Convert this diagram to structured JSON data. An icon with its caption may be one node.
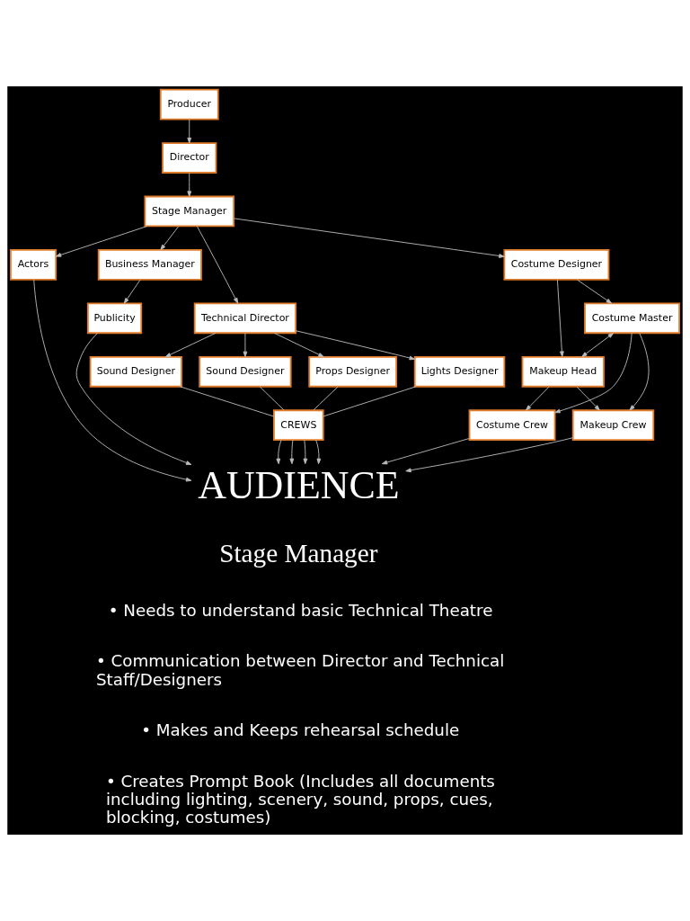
{
  "diagram": {
    "nodes": [
      {
        "text": [
          "Producer"
        ]
      },
      {
        "text": [
          "Director"
        ]
      },
      {
        "text": [
          "Stage Manager"
        ]
      },
      {
        "text": [
          "Actors"
        ]
      },
      {
        "text": [
          "Technical Director"
        ]
      },
      {
        "text": [
          "Costume Designer"
        ]
      },
      {
        "text": [
          "Business Manager"
        ]
      },
      {
        "text": [
          "Props Designer"
        ]
      },
      {
        "text": [
          "Lights Designer"
        ]
      },
      {
        "text": [
          "Sound Designer"
        ]
      },
      {
        "text": [
          "Sound Designer"
        ]
      },
      {
        "text": [
          "Costume Master"
        ]
      },
      {
        "text": [
          "Makeup Head"
        ]
      },
      {
        "text": [
          "Publicity"
        ]
      },
      {
        "text": [
          "CREWS"
        ]
      },
      {
        "text": [
          "Costume Crew"
        ]
      },
      {
        "text": [
          "Makeup Crew"
        ]
      },
      {
        "text": [
          "AUDIENCE"
        ]
      }
    ],
    "edges": [
      {
        "from": 0,
        "to": 1,
        "arrow": "to"
      },
      {
        "from": 1,
        "to": 2,
        "arrow": "to"
      },
      {
        "from": 2,
        "to": 3,
        "arrow": "to"
      },
      {
        "from": 2,
        "to": 4,
        "arrow": "to"
      },
      {
        "from": 2,
        "to": 5,
        "arrow": "to"
      },
      {
        "from": 2,
        "to": 6,
        "arrow": "to"
      },
      {
        "from": 4,
        "to": 7,
        "arrow": "to"
      },
      {
        "from": 4,
        "to": 8,
        "arrow": "to"
      },
      {
        "from": 4,
        "to": 9,
        "arrow": "to"
      },
      {
        "from": 4,
        "to": 10,
        "arrow": "to"
      },
      {
        "from": 5,
        "to": 11,
        "arrow": "to"
      },
      {
        "from": 5,
        "to": 12,
        "arrow": "to"
      },
      {
        "from": 11,
        "to": 12,
        "arrow": "both"
      },
      {
        "from": 6,
        "to": 13,
        "arrow": "to"
      },
      {
        "from": 7,
        "to": 14,
        "arrow": "none"
      },
      {
        "from": 8,
        "to": 14,
        "arrow": "none"
      },
      {
        "from": 9,
        "to": 14,
        "arrow": "none"
      },
      {
        "from": 10,
        "to": 14,
        "arrow": "none"
      },
      {
        "from": 11,
        "to": 15,
        "arrow": "to"
      },
      {
        "from": 11,
        "to": 16,
        "arrow": "to"
      },
      {
        "from": 12,
        "to": 15,
        "arrow": "to"
      },
      {
        "from": 12,
        "to": 16,
        "arrow": "to"
      },
      {
        "from": 14,
        "to": 17,
        "arrow": "to"
      },
      {
        "from": 14,
        "to": 17,
        "arrow": "to"
      },
      {
        "from": 14,
        "to": 17,
        "arrow": "to"
      },
      {
        "from": 14,
        "to": 17,
        "arrow": "to"
      },
      {
        "from": 15,
        "to": 17,
        "arrow": "to"
      },
      {
        "from": 16,
        "to": 17,
        "arrow": "to"
      },
      {
        "from": 13,
        "to": 17,
        "arrow": "to"
      },
      {
        "from": 3,
        "to": 17,
        "arrow": "to"
      }
    ],
    "labels": [
      "Stage Manager",
      "• Needs to understand basic Technical Theatre",
      "• Communication between Director and Technical Staff/Designers",
      "• Makes and Keeps rehearsal schedule",
      "• Creates Prompt Book (Includes all documents including lighting, scenery, sound, props, cues, blocking, costumes)"
    ]
  }
}
